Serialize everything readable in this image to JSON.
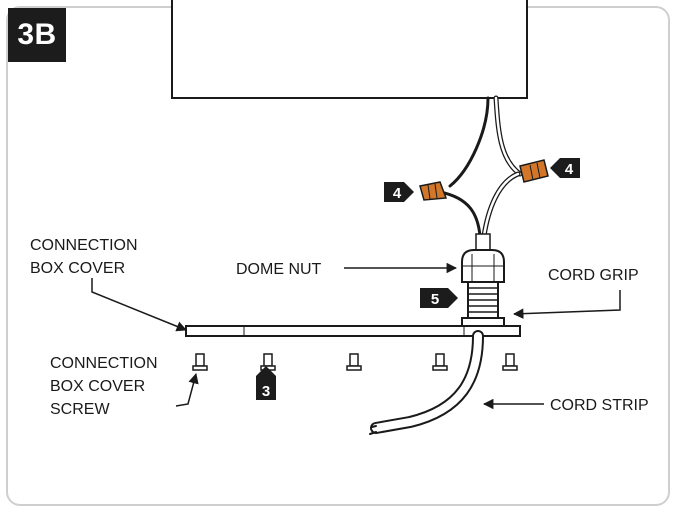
{
  "figure": {
    "step_label": "3B"
  },
  "labels": {
    "connection_box_cover": [
      "CONNECTION",
      "BOX COVER"
    ],
    "dome_nut": "DOME NUT",
    "cord_grip": "CORD GRIP",
    "connection_box_cover_screw": [
      "CONNECTION",
      "BOX COVER",
      "SCREW"
    ],
    "cord_strip": "CORD STRIP"
  },
  "callouts": {
    "wire_nut_left": "4",
    "wire_nut_right": "4",
    "cord_grip_step": "5",
    "screw_step": "3"
  },
  "colors": {
    "wire_nut": "#d2772a",
    "callout_bg": "#1c1c1c",
    "frame": "#cfcfcf"
  }
}
